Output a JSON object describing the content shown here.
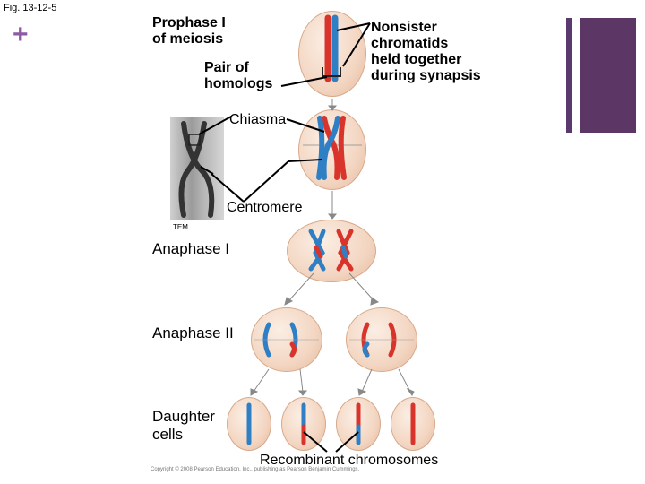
{
  "figure": {
    "fig_number": "Fig. 13-12-5",
    "plus_symbol": "+"
  },
  "labels": {
    "prophase_line1": "Prophase I",
    "prophase_line2": "of meiosis",
    "pair_line1": "Pair of",
    "pair_line2": "homologs",
    "nonsister_line1": "Nonsister",
    "nonsister_line2": "chromatids",
    "nonsister_line3": "held together",
    "nonsister_line4": "during synapsis",
    "chiasma": "Chiasma",
    "centromere": "Centromere",
    "tem": "TEM",
    "anaphase1": "Anaphase I",
    "anaphase2": "Anaphase II",
    "daughter_line1": "Daughter",
    "daughter_line2": "cells",
    "recombinant": "Recombinant chromosomes"
  },
  "copyright": "Copyright © 2008 Pearson Education, Inc., publishing as Pearson Benjamin Cummings.",
  "colors": {
    "maternal": "#d9342b",
    "paternal": "#2f7fc4",
    "accent_bar": "#5c3765",
    "plus": "#8e5aa6"
  }
}
